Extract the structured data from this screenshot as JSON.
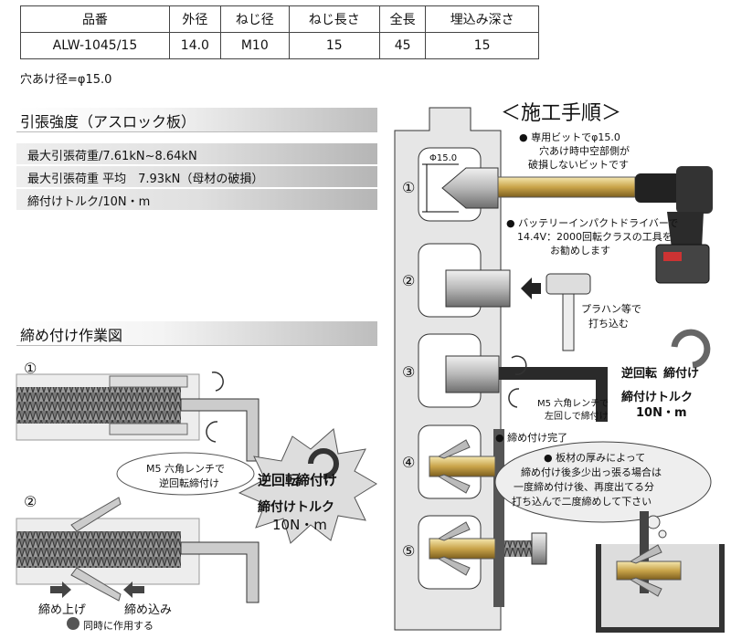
{
  "table": {
    "headers": [
      "品番",
      "外径",
      "ねじ径",
      "ねじ長さ",
      "全長",
      "埋込み深さ"
    ],
    "row": [
      "ALW-1045/15",
      "14.0",
      "M10",
      "15",
      "45",
      "15"
    ]
  },
  "hole_note": "穴あけ径=φ15.0",
  "tensile": {
    "title": "引張強度（アスロック板）",
    "lines": [
      "最大引張荷重/7.61kN~8.64kN",
      "最大引張荷重 平均　7.93kN（母材の破損）",
      "締付けトルク/10N・m"
    ]
  },
  "work": {
    "title": "締め付け作業図",
    "step1": "①",
    "step2": "②",
    "wrench_note_1": "M5 六角レンチで",
    "wrench_note_2": "逆回転締付け",
    "burst_1": "逆回転",
    "burst_2": "締付け",
    "torque_1": "締付けトルク",
    "torque_2": "10N・m",
    "arrow_left": "締め上げ",
    "arrow_right": "締め込み",
    "simultaneous": "同時に作用する"
  },
  "procedure": {
    "title": "＜施工手順＞",
    "bit_note_1": "● 専用ビットでφ15.0",
    "bit_note_2": "穴あけ時中空部側が",
    "bit_note_3": "破損しないビットです",
    "phi_label": "Φ15.0",
    "driver_note_1": "● バッテリーインパクトドライバーで",
    "driver_note_2": "14.4V：2000回転クラスの工具を",
    "driver_note_3": "お勧めします",
    "hammer_note_1": "プラハン等で",
    "hammer_note_2": "打ち込む",
    "reverse_1": "逆回転",
    "reverse_2": "締付け",
    "torque_1": "締付けトルク",
    "torque_2": "10N・m",
    "wrench_note_1": "M5 六角レンチで",
    "wrench_note_2": "左回しで締付け",
    "complete": "● 締め付け完了",
    "bubble_1": "● 板材の厚みによって",
    "bubble_2": "締め付け後多少出っ張る場合は",
    "bubble_3": "一度締め付け後、再度出てる分",
    "bubble_4": "打ち込んで二度締めして下さい",
    "steps": [
      "①",
      "②",
      "③",
      "④",
      "⑤"
    ]
  }
}
